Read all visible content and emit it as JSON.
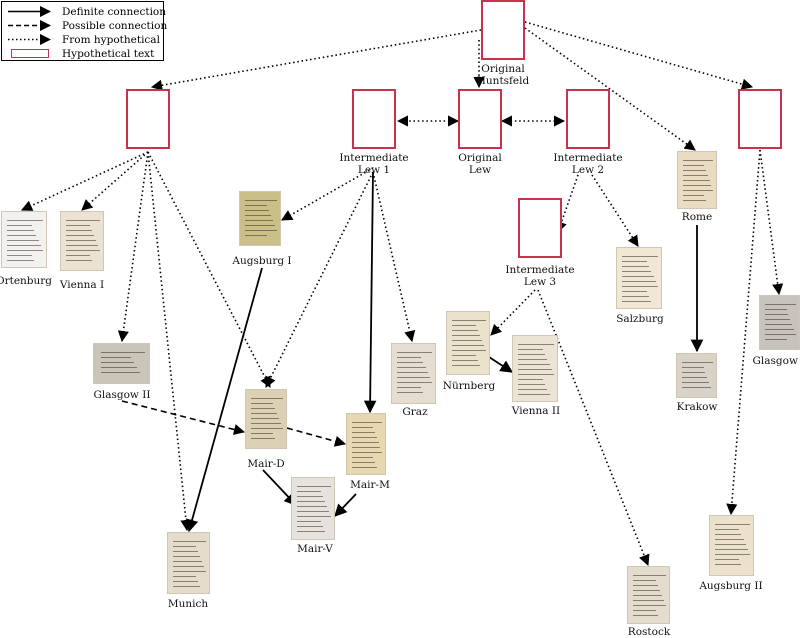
{
  "legend": {
    "definite": "Definite connection",
    "possible": "Possible connection",
    "from_hypothetical": "From hypothetical",
    "hypothetical_text": "Hypothetical text"
  },
  "nodes": {
    "original_huntsfeld": {
      "label_1": "Original",
      "label_2": "Huntsfeld"
    },
    "intermediate_lew1": {
      "label_1": "Intermediate",
      "label_2": "Lew 1"
    },
    "original_lew": {
      "label_1": "Original",
      "label_2": "Lew"
    },
    "intermediate_lew2": {
      "label_1": "Intermediate",
      "label_2": "Lew 2"
    },
    "intermediate_lew3": {
      "label_1": "Intermediate",
      "label_2": "Lew 3"
    },
    "ortenburg": "Ortenburg",
    "vienna1": "Vienna I",
    "augsburg1": "Augsburg I",
    "glasgow2": "Glasgow II",
    "mair_d": "Mair-D",
    "mair_m": "Mair-M",
    "mair_v": "Mair-V",
    "graz": "Graz",
    "munich": "Munich",
    "nurnberg": "Nürnberg",
    "vienna2": "Vienna II",
    "salzburg": "Salzburg",
    "rome": "Rome",
    "krakow": "Krakow",
    "glasgow1": "Glasgow I",
    "augsburg2": "Augsburg II",
    "rostock": "Rostock"
  },
  "colors": {
    "hypothetical_border": "#c8324a",
    "edge": "#000000"
  }
}
